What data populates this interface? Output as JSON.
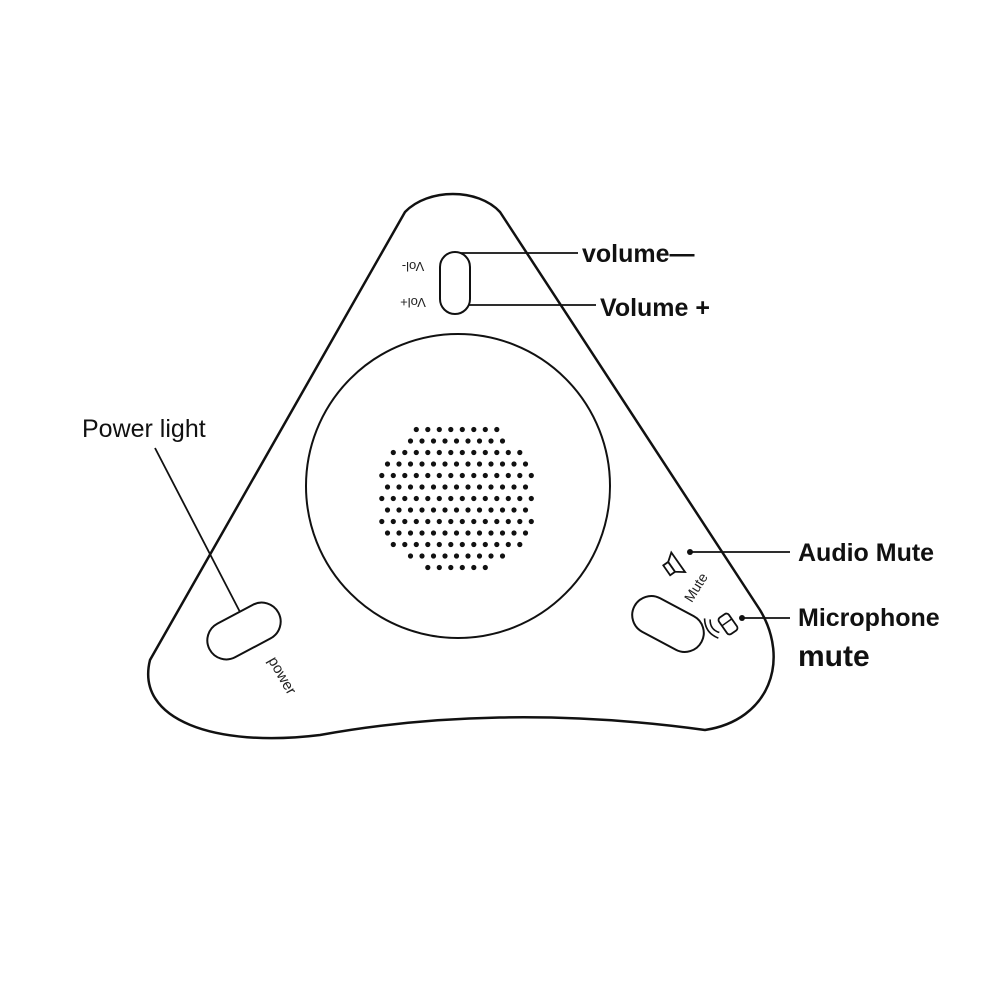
{
  "device_labels": {
    "vol_minus": "Vol-",
    "vol_plus": "Vol+",
    "mute": "Mute",
    "power": "power"
  },
  "callouts": {
    "volume_minus": "volume—",
    "volume_plus": "Volume +",
    "power_light": "Power light",
    "audio_mute": "Audio Mute",
    "microphone_mute_line1": "Microphone",
    "microphone_mute_line2": "mute"
  },
  "icons": [
    "speaker-icon",
    "microphone-icon"
  ],
  "colors": {
    "stroke": "#111111",
    "background": "#ffffff"
  }
}
